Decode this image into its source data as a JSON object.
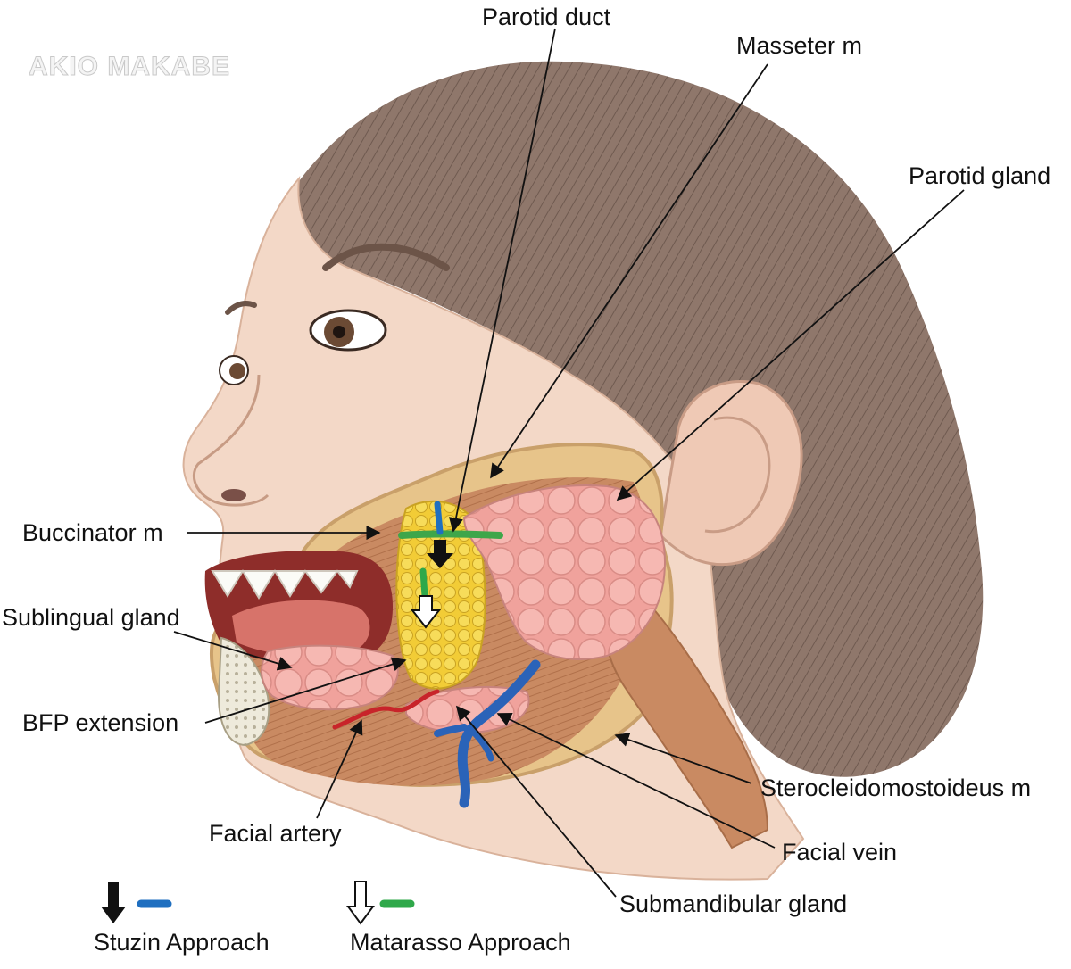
{
  "watermark": "AKIO MAKABE",
  "labels": {
    "parotid_duct": "Parotid duct",
    "masseter": "Masseter m",
    "parotid_gland": "Parotid gland",
    "buccinator": "Buccinator m",
    "sublingual_gland": "Sublingual gland",
    "bfp_extension": "BFP extension",
    "facial_artery": "Facial artery",
    "sternocleidomastoideus": "Sterocleidomostoideus m",
    "facial_vein": "Facial vein",
    "submandibular_gland": "Submandibular gland"
  },
  "legend": {
    "stuzin": {
      "label": "Stuzin Approach",
      "arrow": "solid-black-down-arrow",
      "color": "#1f6fc0"
    },
    "matarasso": {
      "label": "Matarasso Approach",
      "arrow": "hollow-white-down-arrow",
      "color": "#2fa84a"
    }
  },
  "colors": {
    "hair": "#8c7468",
    "skin": "#f2d6c4",
    "muscle": "#c9855c",
    "fat_pad": "#f2cc36",
    "gland": "#f2a8a2",
    "vein": "#2a63b8",
    "artery": "#c8242a"
  }
}
